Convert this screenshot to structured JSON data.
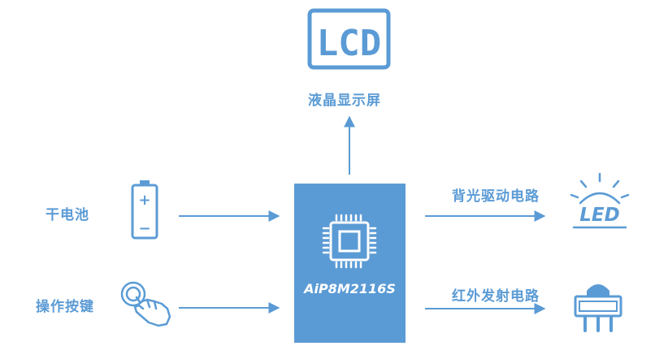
{
  "nodes": {
    "lcd": {
      "icon_text": "LCD",
      "label": "液晶显示屏"
    },
    "battery": {
      "label": "干电池",
      "plus": "+",
      "minus": "−"
    },
    "button": {
      "label": "操作按键"
    },
    "chip": {
      "label": "AiP8M2116S"
    },
    "backlight": {
      "label": "背光驱动电路",
      "icon_text": "LED"
    },
    "infrared": {
      "label": "红外发射电路"
    }
  },
  "colors": {
    "accent": "#5b9bd5",
    "chip_fill": "#5b9bd5",
    "background": "#ffffff"
  }
}
